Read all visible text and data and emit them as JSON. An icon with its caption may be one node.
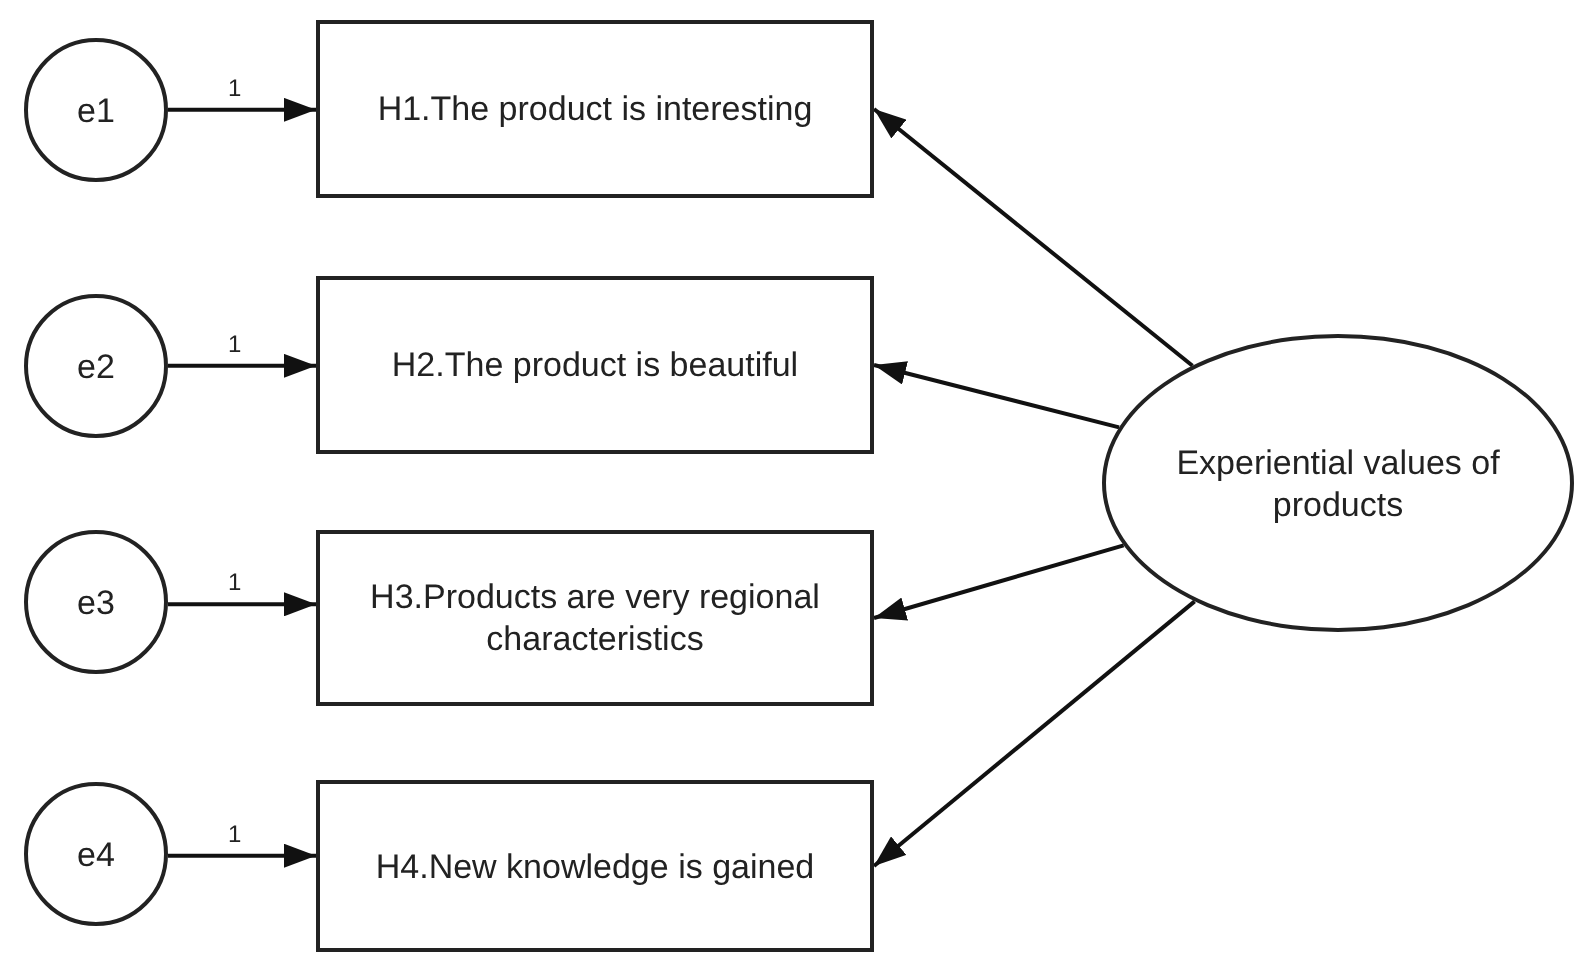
{
  "diagram": {
    "nodes": [
      {
        "text": [
          "e1"
        ]
      },
      {
        "text": [
          "H1.The product is interesting"
        ]
      },
      {
        "text": [
          "e2"
        ]
      },
      {
        "text": [
          "H2.The product is beautiful"
        ]
      },
      {
        "text": [
          "e3"
        ]
      },
      {
        "text": [
          "H3.Products are very regional characteristics"
        ]
      },
      {
        "text": [
          "e4"
        ]
      },
      {
        "text": [
          "H4.New knowledge is gained"
        ]
      },
      {
        "text": [
          "Experiential values of products"
        ]
      }
    ],
    "edges": [
      {
        "from": 0,
        "to": 1,
        "arrow": "to",
        "label": "1"
      },
      {
        "from": 2,
        "to": 3,
        "arrow": "to",
        "label": "1"
      },
      {
        "from": 4,
        "to": 5,
        "arrow": "to",
        "label": "1"
      },
      {
        "from": 6,
        "to": 7,
        "arrow": "to",
        "label": "1"
      },
      {
        "from": 8,
        "to": 1,
        "arrow": "to"
      },
      {
        "from": 8,
        "to": 3,
        "arrow": "to"
      },
      {
        "from": 8,
        "to": 5,
        "arrow": "to"
      },
      {
        "from": 8,
        "to": 7,
        "arrow": "to"
      }
    ]
  }
}
